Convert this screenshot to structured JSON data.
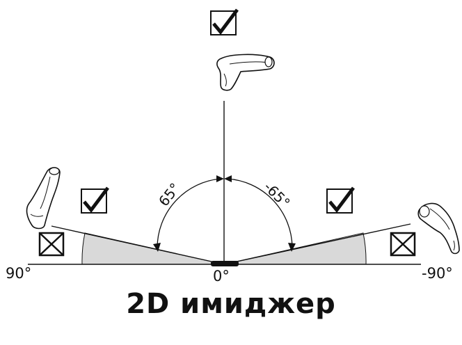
{
  "angles": {
    "left_limit": "65°",
    "right_limit": "-65°"
  },
  "axis_labels": {
    "left": "90°",
    "center": "0°",
    "right": "-90°"
  },
  "caption": "2D имиджер",
  "status_icons": {
    "allowed": "checkbox-checked-icon",
    "not_allowed": "checkbox-crossed-icon"
  },
  "colors": {
    "invalid_zone": "#d9d9d9",
    "lines": "#111111"
  }
}
